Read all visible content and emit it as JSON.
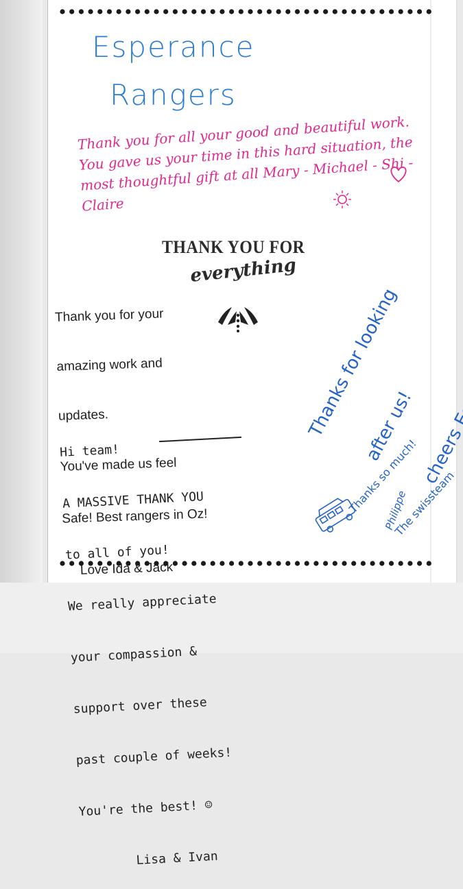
{
  "card": {
    "title_line1": "Esperance",
    "title_line2": "Rangers",
    "pink_note": "Thank you for all your good and beautiful work. You gave us your time in this hard situation, the most thoughtful gift at all Mary - Michael - Shi - Claire",
    "printed_heading": "THANK YOU FOR",
    "printed_script": "everything",
    "note_ida_jack": [
      "Thank you for your",
      "amazing work and",
      "updates.",
      "You've made us feel",
      "Safe! Best rangers in Oz!",
      "Love Ida & Jack"
    ],
    "note_blue_diagonal": [
      "Thanks for looking",
      "after us!",
      "cheers Esperance."
    ],
    "note_lisa_ivan": [
      "Hi team!",
      "A MASSIVE THANK YOU",
      "to all of you!",
      "We really appreciate",
      "your compassion &",
      "support over these",
      "past couple of weeks!",
      "You're the best! ☺",
      "Lisa & Ivan"
    ],
    "note_swiss": [
      "Thanks so much!",
      "The swissteam"
    ],
    "signature": "Philippe",
    "ink_colors": {
      "title": "#2a7bd4",
      "pink": "#e0298f",
      "black": "#1f1f1f",
      "blue": "#2563c9"
    }
  },
  "icons": [
    "dot-border",
    "heart-doodle",
    "sun-doodle",
    "decorative-rays-motif",
    "campervan-doodle"
  ]
}
